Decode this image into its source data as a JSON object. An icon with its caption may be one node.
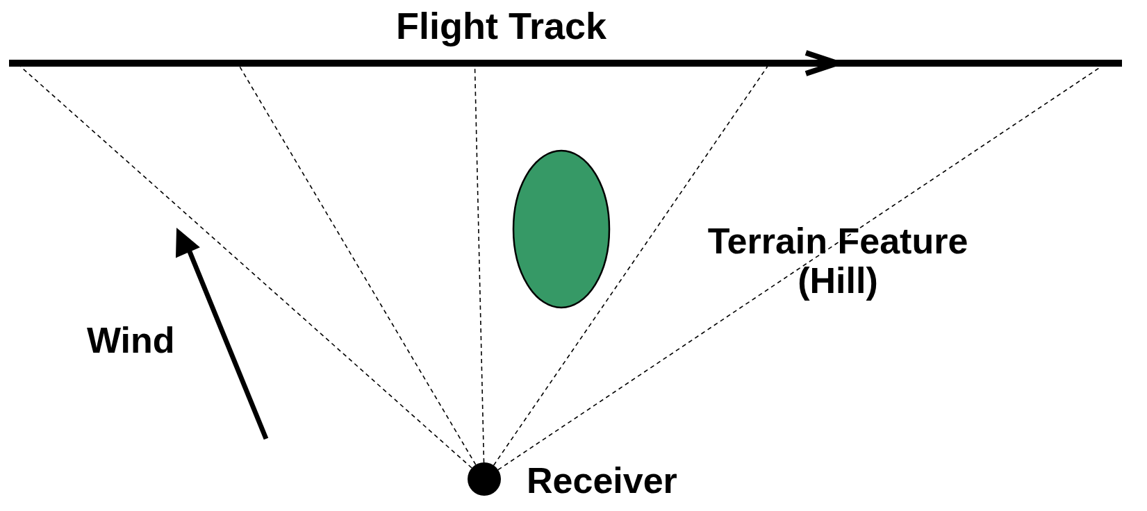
{
  "diagram": {
    "nodes": [
      {
        "text": [
          "Flight Track"
        ]
      },
      {
        "text": [
          "Receiver"
        ]
      },
      {
        "text": [
          "Terrain Feature (Hill)"
        ]
      }
    ],
    "edges": [
      {
        "from": 1,
        "to": 0,
        "arrow": "none",
        "style": "dashed"
      },
      {
        "from": 1,
        "to": 0,
        "arrow": "none",
        "style": "dashed"
      },
      {
        "from": 1,
        "to": 0,
        "arrow": "none",
        "style": "dashed"
      },
      {
        "from": 1,
        "to": 0,
        "arrow": "none",
        "style": "dashed"
      },
      {
        "from": 1,
        "to": 0,
        "arrow": "none",
        "style": "dashed"
      }
    ],
    "labels": [
      "Wind"
    ]
  }
}
